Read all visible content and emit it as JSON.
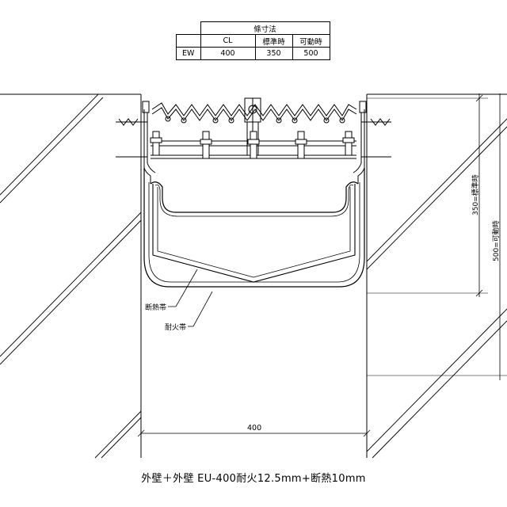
{
  "table": {
    "title": "條寸法",
    "headers": [
      "CL",
      "標準時",
      "可動時"
    ],
    "row_label": "EW",
    "row_values": [
      "400",
      "350",
      "500"
    ]
  },
  "labels": {
    "insulation": "断熱帯",
    "fireproof": "耐火帯",
    "dim_width": "400",
    "dim_standard": "350=標準時",
    "dim_movable": "500=可動時"
  },
  "caption": "外壁＋外壁 EU-400耐火12.5mm+断熱10mm"
}
